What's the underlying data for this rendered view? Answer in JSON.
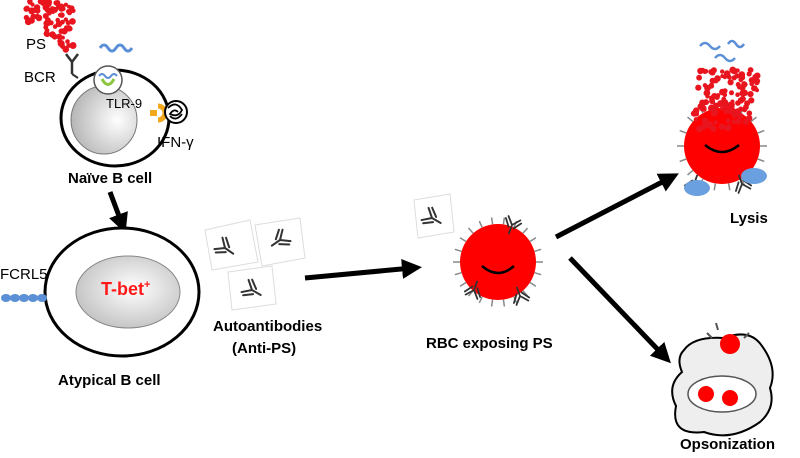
{
  "labels": {
    "ps": "PS",
    "bcr": "BCR",
    "tlr9": "TLR-9",
    "ifn": "IFN-γ",
    "naive_b_cell": "Naïve B cell",
    "fcrl5": "FCRL5",
    "tbet": "T-bet",
    "tbet_sup": "+",
    "atypical_b_cell": "Atypical B cell",
    "autoantibodies_line1": "Autoantibodies",
    "autoantibodies_line2": "(Anti-PS)",
    "rbc_exposing_ps": "RBC exposing PS",
    "lysis": "Lysis",
    "opsonization": "Opsonization"
  },
  "colors": {
    "rbc_red": "#ff0000",
    "ps_dots": "#e8141e",
    "tbet_text": "#ff1a1a",
    "fcrl5_blue": "#5b8fd6",
    "complement_blue": "#6a9fe0",
    "ifn_gold": "#f2a81d",
    "tlr_green": "#8cc63f"
  }
}
